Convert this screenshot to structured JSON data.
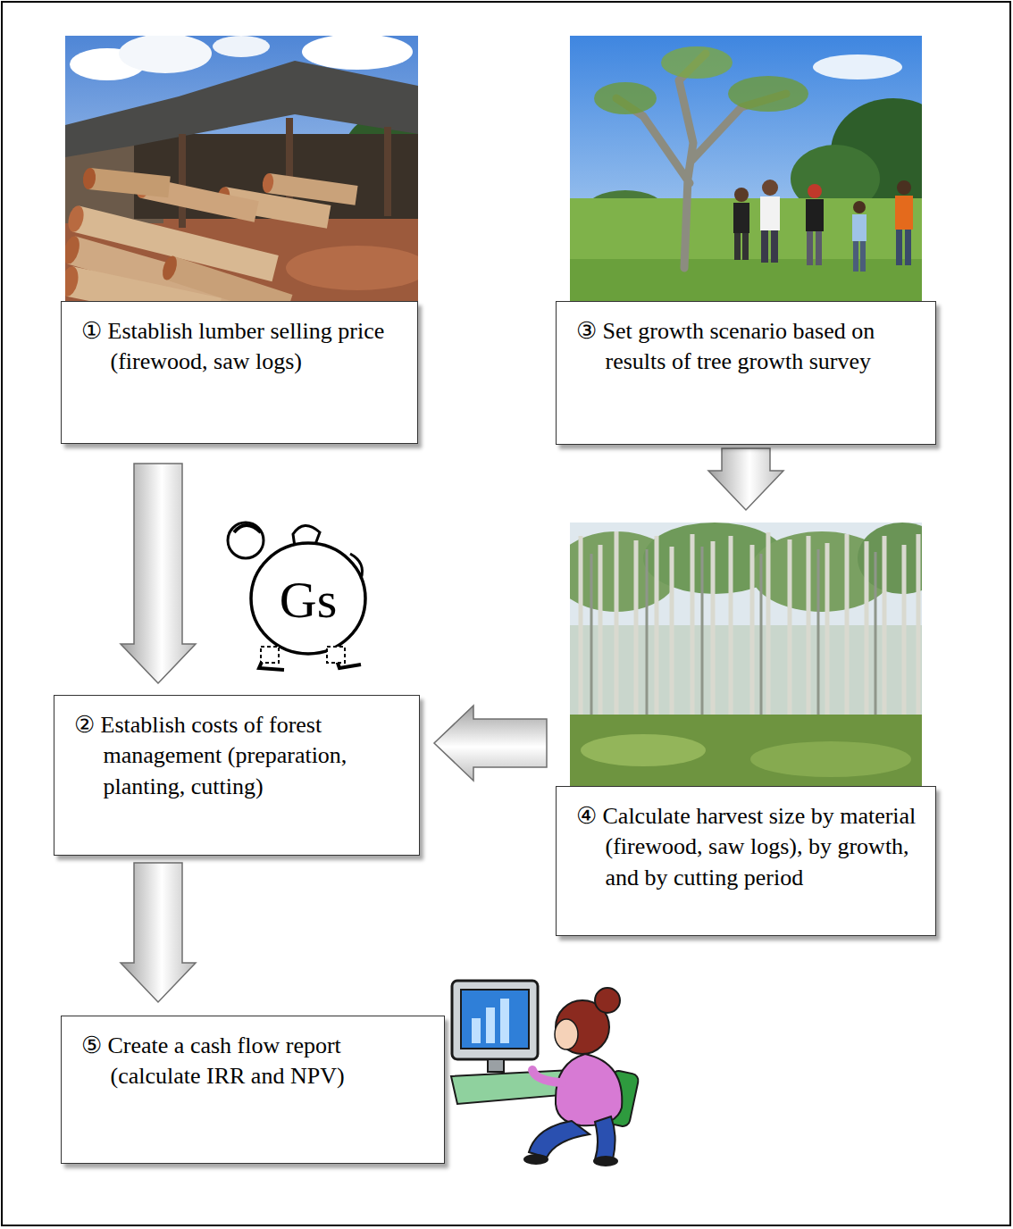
{
  "diagram": {
    "nodes": [
      {
        "text": [
          "① Establish lumber selling price (firewood, saw logs)"
        ]
      },
      {
        "text": [
          "③ Set growth scenario based on results of tree growth survey"
        ]
      },
      {
        "text": [
          "② Establish costs of forest management (preparation, planting, cutting)"
        ]
      },
      {
        "text": [
          "④ Calculate harvest size by material (firewood, saw logs), by growth, and by cutting period"
        ]
      },
      {
        "text": [
          "⑤ Create a cash flow report (calculate IRR and NPV)"
        ]
      }
    ],
    "edges": [
      {
        "from": 0,
        "to": 2,
        "arrow": "to"
      },
      {
        "from": 1,
        "to": 3,
        "arrow": "to"
      },
      {
        "from": 3,
        "to": 2,
        "arrow": "to"
      },
      {
        "from": 2,
        "to": 4,
        "arrow": "to"
      }
    ],
    "labels": [
      "Gs"
    ]
  }
}
